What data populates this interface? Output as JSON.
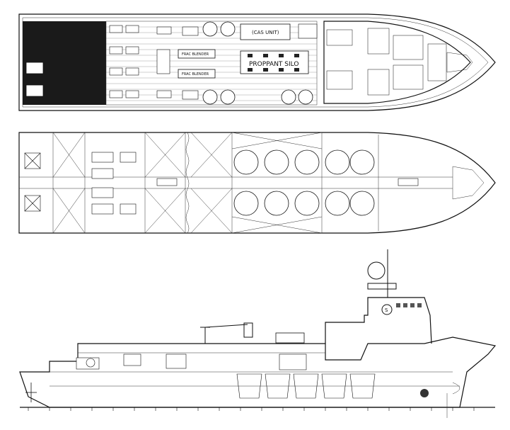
{
  "main_deck": {
    "cas_unit": "(CAS UNIT)",
    "proppant_silo": "PROPPANT SILO",
    "frac_blender_top": "FRAC BLENDER",
    "frac_blender_bottom": "FRAC BLENDER"
  },
  "tank_plan": {
    "tanks_per_side": 5
  },
  "profile": {
    "logo_text": "S"
  }
}
